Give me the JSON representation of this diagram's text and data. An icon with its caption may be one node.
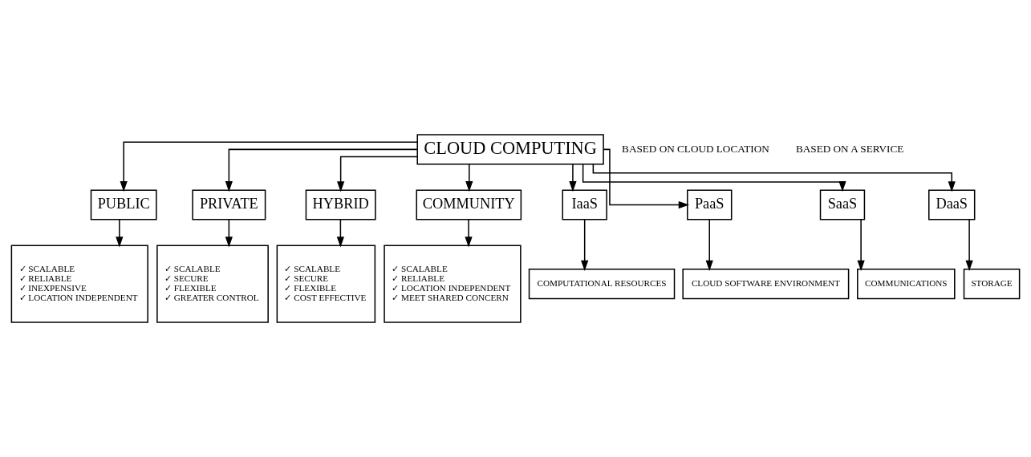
{
  "diagram": {
    "nodes": [
      {
        "text": [
          "CLOUD COMPUTING"
        ]
      },
      {
        "text": [
          "PUBLIC"
        ]
      },
      {
        "text": [
          "PRIVATE"
        ]
      },
      {
        "text": [
          "HYBRID"
        ]
      },
      {
        "text": [
          "COMMUNITY"
        ]
      },
      {
        "text": [
          "IaaS"
        ]
      },
      {
        "text": [
          "PaaS"
        ]
      },
      {
        "text": [
          "SaaS"
        ]
      },
      {
        "text": [
          "DaaS"
        ]
      },
      {
        "text": [
          "✓ SCALABLE",
          "✓ RELIABLE",
          "✓ INEXPENSIVE",
          "✓ LOCATION INDEPENDENT"
        ]
      },
      {
        "text": [
          "✓ SCALABLE",
          "✓ SECURE",
          "✓ FLEXIBLE",
          "✓ GREATER CONTROL"
        ]
      },
      {
        "text": [
          "✓ SCALABLE",
          "✓ SECURE",
          "✓ FLEXIBLE",
          "✓ COST EFFECTIVE"
        ]
      },
      {
        "text": [
          "✓ SCALABLE",
          "✓ RELIABLE",
          "✓ LOCATION INDEPENDENT",
          "✓ MEET SHARED CONCERN"
        ]
      },
      {
        "text": [
          "COMPUTATIONAL RESOURCES"
        ]
      },
      {
        "text": [
          "CLOUD SOFTWARE ENVIRONMENT"
        ]
      },
      {
        "text": [
          "COMMUNICATIONS"
        ]
      },
      {
        "text": [
          "STORAGE"
        ]
      }
    ],
    "edges": [
      {
        "from": 0,
        "to": 1,
        "arrow": "to"
      },
      {
        "from": 0,
        "to": 2,
        "arrow": "to"
      },
      {
        "from": 0,
        "to": 3,
        "arrow": "to"
      },
      {
        "from": 0,
        "to": 4,
        "arrow": "to"
      },
      {
        "from": 0,
        "to": 5,
        "arrow": "to"
      },
      {
        "from": 0,
        "to": 6,
        "arrow": "to"
      },
      {
        "from": 0,
        "to": 7,
        "arrow": "to"
      },
      {
        "from": 0,
        "to": 8,
        "arrow": "to"
      },
      {
        "from": 1,
        "to": 9,
        "arrow": "to"
      },
      {
        "from": 2,
        "to": 10,
        "arrow": "to"
      },
      {
        "from": 3,
        "to": 11,
        "arrow": "to"
      },
      {
        "from": 4,
        "to": 12,
        "arrow": "to"
      },
      {
        "from": 5,
        "to": 13,
        "arrow": "to"
      },
      {
        "from": 6,
        "to": 14,
        "arrow": "to"
      },
      {
        "from": 7,
        "to": 15,
        "arrow": "to"
      },
      {
        "from": 8,
        "to": 16,
        "arrow": "to"
      }
    ],
    "labels": [
      "BASED ON CLOUD LOCATION",
      "BASED ON A SERVICE"
    ]
  }
}
